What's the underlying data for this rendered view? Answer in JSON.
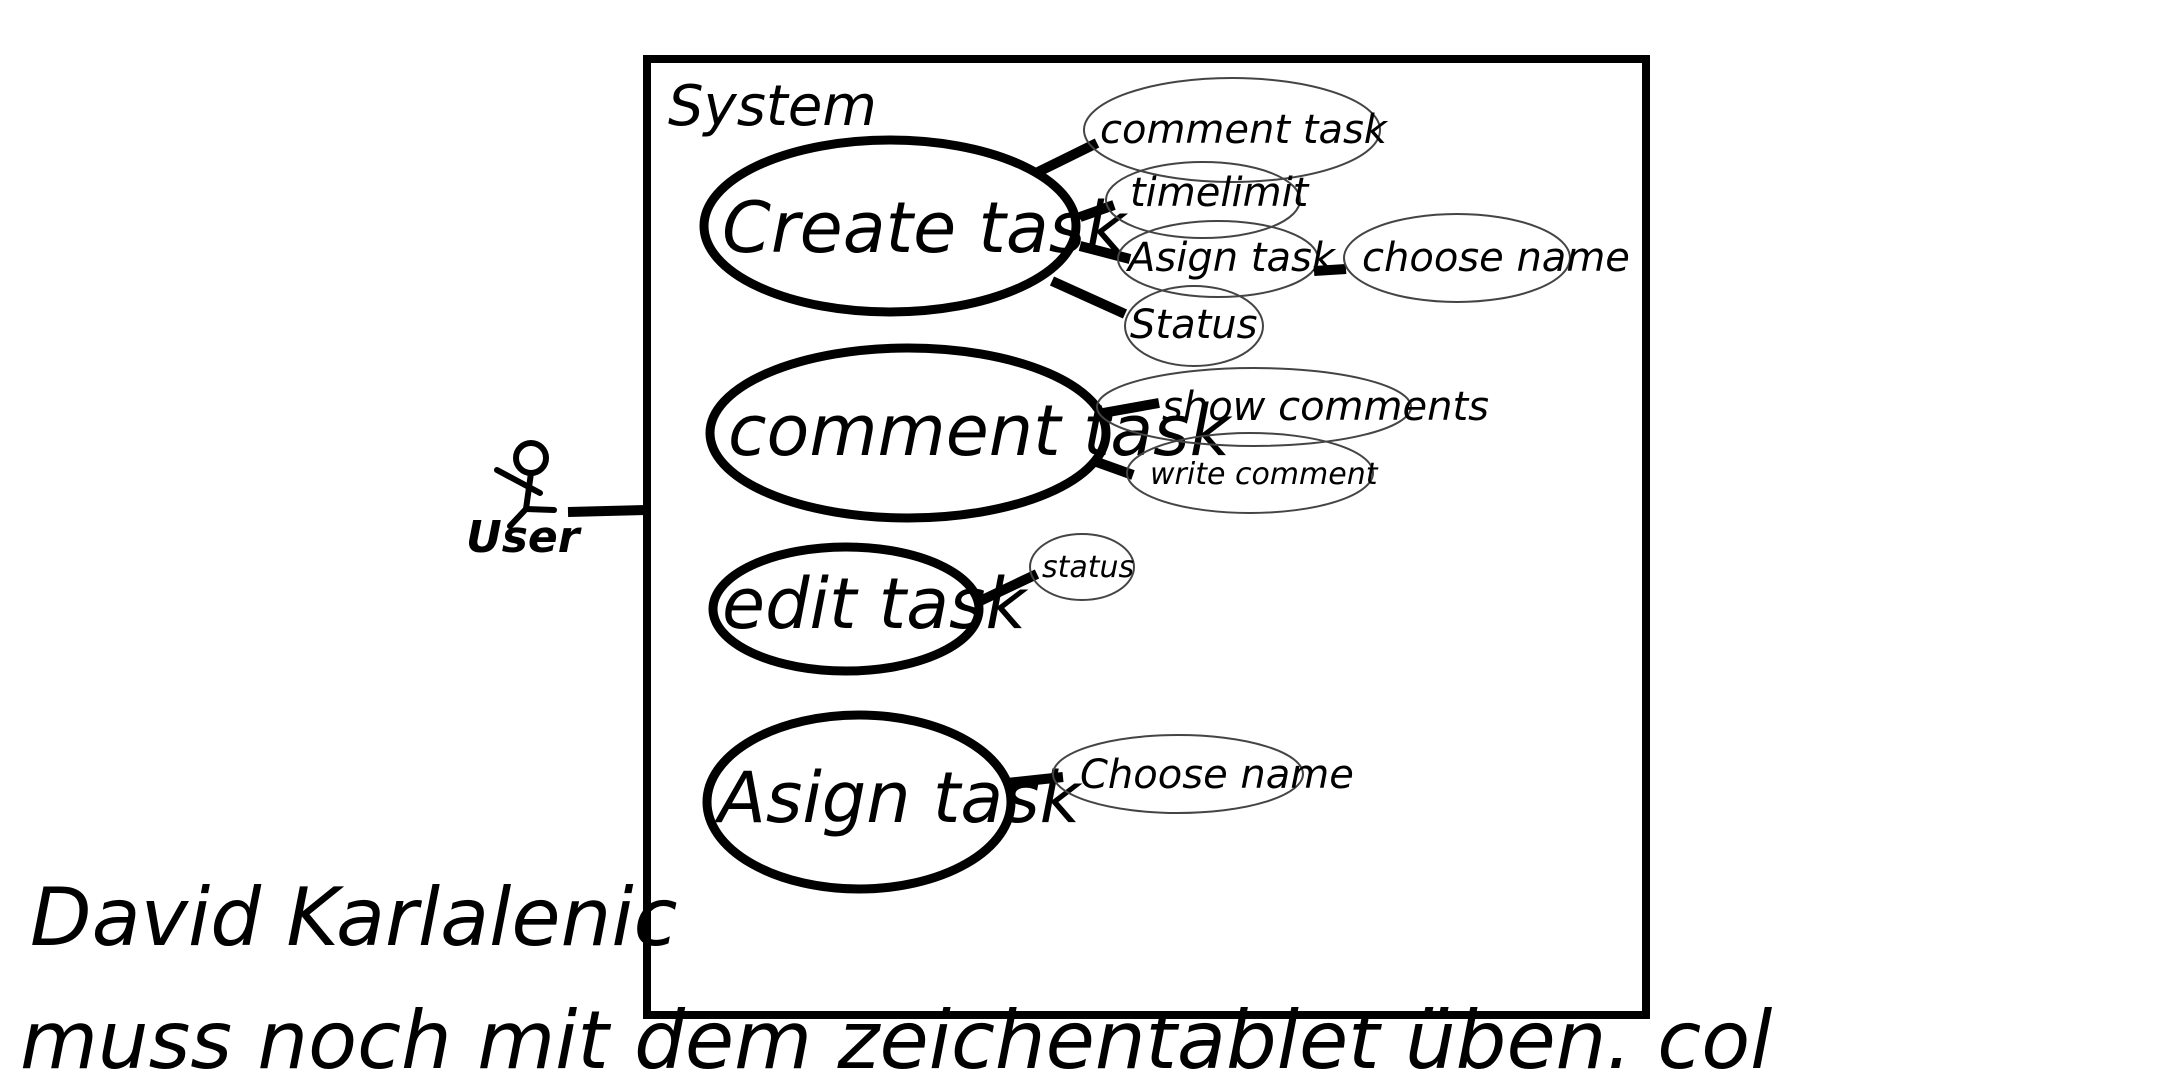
{
  "system": {
    "label": "System"
  },
  "actor": {
    "label": "User"
  },
  "use_cases": {
    "create_task": {
      "label": "Create task",
      "sub": {
        "comment_task": "comment task",
        "timelimit": "timelimit",
        "assign_task": "Asign task",
        "choose_name": "choose name",
        "status": "Status"
      }
    },
    "comment_task": {
      "label": "comment task",
      "sub": {
        "show_comments": "show comments",
        "write_comment": "write comment"
      }
    },
    "edit_task": {
      "label": "edit task",
      "sub": {
        "status": "status"
      }
    },
    "assign_task": {
      "label": "Asign task",
      "sub": {
        "choose_name": "Choose name"
      }
    }
  },
  "notes": {
    "author": "David Karlalenic",
    "todo": "muss noch mit dem zeichentablet üben. col"
  },
  "colors": {
    "ink": "#000000",
    "background": "#ffffff"
  }
}
